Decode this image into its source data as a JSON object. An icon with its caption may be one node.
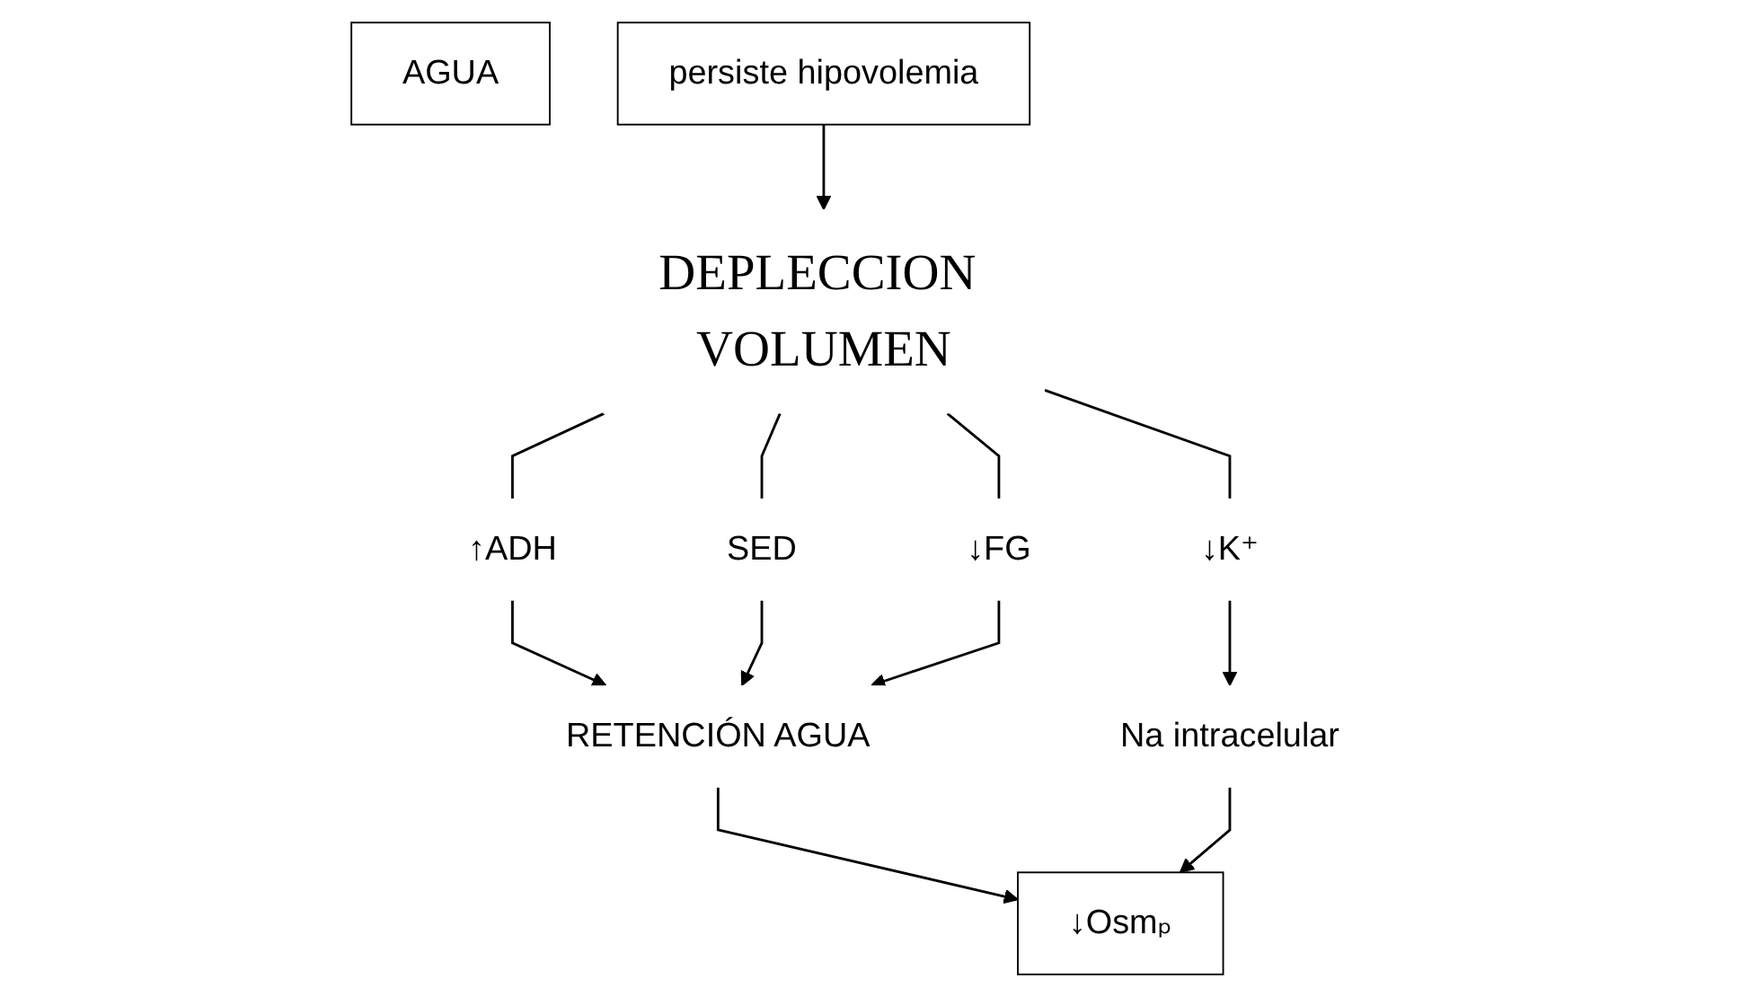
{
  "diagram": {
    "nodes": [
      {
        "text": [
          "DEPLECCION VOLUMEN"
        ]
      },
      {
        "text": [
          "↑ADH"
        ]
      },
      {
        "text": [
          "SED"
        ]
      },
      {
        "text": [
          "↓FG"
        ]
      },
      {
        "text": [
          "↓K⁺"
        ]
      },
      {
        "text": [
          "AGUA"
        ]
      },
      {
        "text": [
          "RETENCIÓN AGUA"
        ]
      },
      {
        "text": [
          "Na intracelular"
        ]
      },
      {
        "text": [
          "persiste hipovolemia"
        ]
      },
      {
        "text": [
          "↓Osmₚ"
        ]
      }
    ],
    "edges": [
      {
        "from": 0,
        "to": 1,
        "arrow": "none"
      },
      {
        "from": 0,
        "to": 2,
        "arrow": "none"
      },
      {
        "from": 0,
        "to": 3,
        "arrow": "none"
      },
      {
        "from": 0,
        "to": 4,
        "arrow": "none"
      },
      {
        "from": 1,
        "to": 6,
        "arrow": "to"
      },
      {
        "from": 2,
        "to": 6,
        "arrow": "to"
      },
      {
        "from": 3,
        "to": 6,
        "arrow": "to"
      },
      {
        "from": 4,
        "to": 7,
        "arrow": "to"
      },
      {
        "from": 6,
        "to": 9,
        "arrow": "to"
      },
      {
        "from": 7,
        "to": 9,
        "arrow": "to"
      },
      {
        "from": 8,
        "to": 0,
        "arrow": "to"
      }
    ]
  }
}
